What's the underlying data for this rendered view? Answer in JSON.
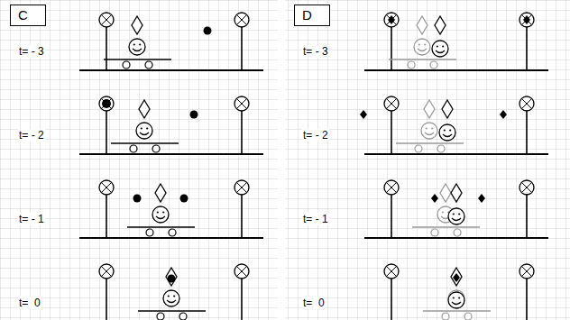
{
  "diagram": {
    "nodes": [
      {
        "text": [
          "C"
        ]
      },
      {
        "text": [
          "D"
        ]
      }
    ],
    "labels": [
      "t= - 3",
      "t= - 2",
      "t= - 1",
      "t=  0",
      "t= - 3",
      "t= - 2",
      "t= - 1",
      "t=  0"
    ]
  }
}
